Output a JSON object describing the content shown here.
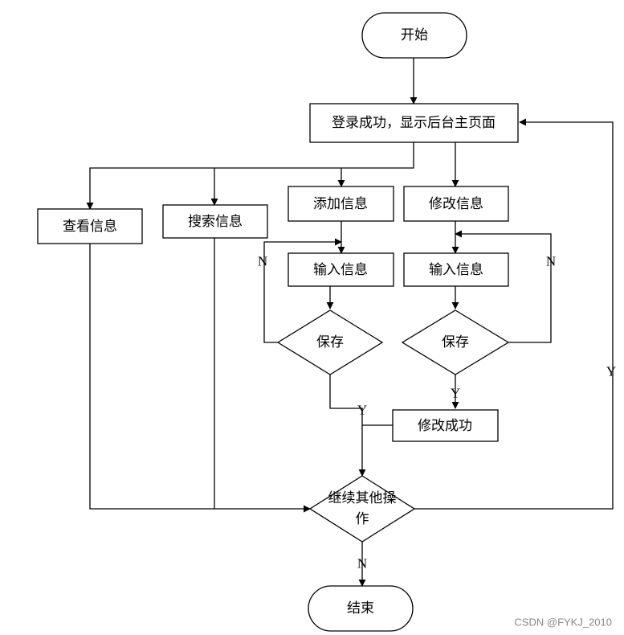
{
  "nodes": {
    "start": "开始",
    "login": "登录成功，显示后台主页面",
    "view": "查看信息",
    "search": "搜索信息",
    "add": "添加信息",
    "modify": "修改信息",
    "input_add": "输入信息",
    "input_modify": "输入信息",
    "save_add": "保存",
    "save_modify": "保存",
    "modify_success": "修改成功",
    "continue_line1": "继续其他操",
    "continue_line2": "作",
    "end": "结束"
  },
  "edge_labels": {
    "save_add_no": "N",
    "save_add_yes": "Y",
    "save_modify_no": "N",
    "save_modify_yes": "Y",
    "continue_yes": "Y",
    "continue_no": "N"
  },
  "watermark": "CSDN @FYKJ_2010"
}
